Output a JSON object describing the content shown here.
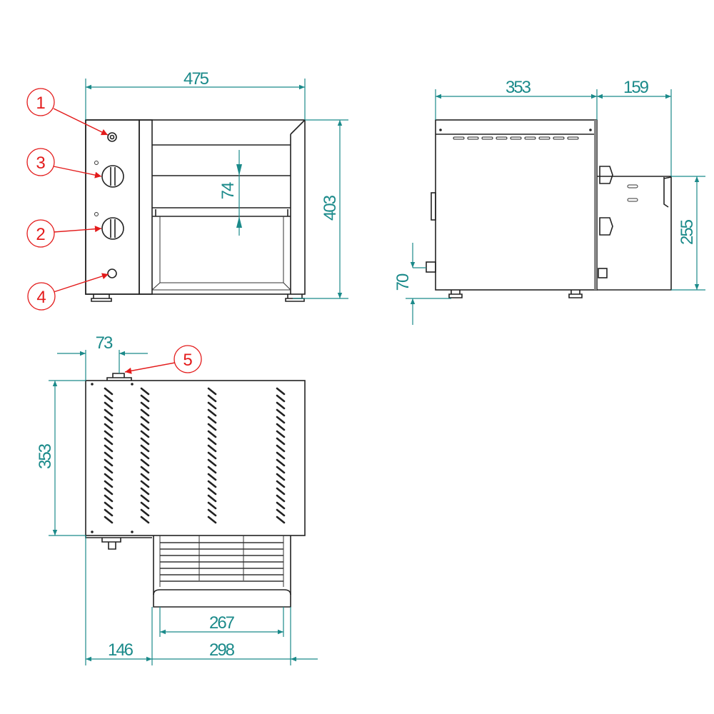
{
  "colors": {
    "dimension": "#1b8a8a",
    "callout": "#e31b1b",
    "outline": "#222222"
  },
  "front_view": {
    "width": "475",
    "height": "403",
    "opening": "74"
  },
  "side_view": {
    "depth": "353",
    "extension": "159",
    "ext_height": "255",
    "fitting_height": "70"
  },
  "top_view": {
    "offset": "73",
    "depth": "353",
    "fan_inner": "267",
    "fan_outer": "298",
    "left_offset": "146"
  },
  "callouts": [
    "1",
    "2",
    "3",
    "4",
    "5"
  ]
}
